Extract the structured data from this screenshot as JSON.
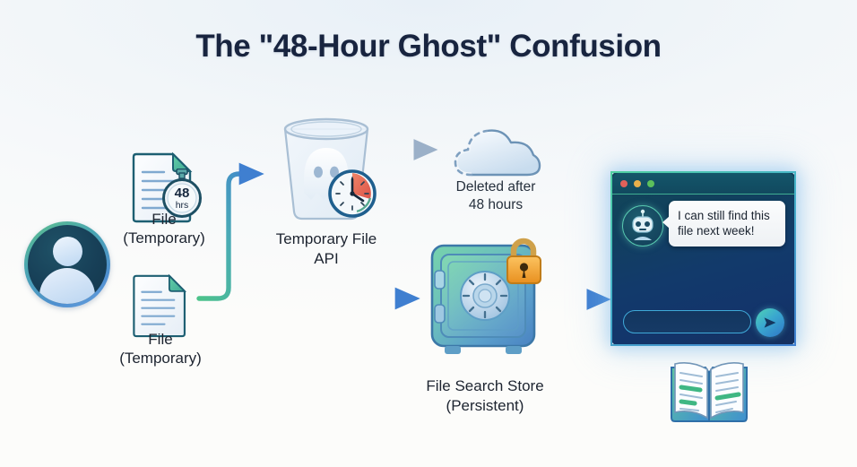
{
  "page": {
    "title": "The \"48-Hour Ghost\" Confusion",
    "background_top": "#e8f0f7",
    "background_bottom": "#fcfcfa",
    "accent_green": "#4cc38a",
    "accent_blue": "#3f7fd0",
    "title_color": "#18243f"
  },
  "actor": {
    "name": "user-avatar",
    "icon": "person-icon"
  },
  "files": [
    {
      "icon": "file-document-icon",
      "label_line1": "File",
      "label_line2": "(Temporary)",
      "badge": {
        "icon": "stopwatch-icon",
        "value": "48",
        "unit": "hrs"
      }
    },
    {
      "icon": "file-document-icon",
      "label_line1": "File",
      "label_line2": "(Temporary)",
      "badge": null
    }
  ],
  "nodes": {
    "temporary_file_api": {
      "icon": "trash-bin-ghost-icon",
      "clock_icon": "clock-icon",
      "label_line1": "Temporary File",
      "label_line2": "API"
    },
    "deleted_cloud": {
      "icon": "cloud-dissolving-icon",
      "label_line1": "Deleted after",
      "label_line2": "48 hours"
    },
    "file_search_store": {
      "icon": "safe-vault-icon",
      "lock_icon": "padlock-icon",
      "label_line1": "File Search Store",
      "label_line2": "(Persistent)"
    },
    "knowledge_book": {
      "icon": "open-book-icon"
    }
  },
  "chat": {
    "window_name": "chat-window",
    "traffic_lights": [
      "#e0615a",
      "#e8b04b",
      "#5cc05c"
    ],
    "bot_icon": "robot-avatar-icon",
    "message": "I can still find this file next week!",
    "input_value": "",
    "input_placeholder": "",
    "send_icon": "send-paper-plane-icon"
  },
  "arrows": [
    {
      "name": "file-to-temp-api-arrow",
      "style": "gradient-green-blue"
    },
    {
      "name": "file-to-store-arrow",
      "style": "gradient-green-blue"
    },
    {
      "name": "temp-api-to-deleted-arrow",
      "style": "faded-gray"
    },
    {
      "name": "store-to-chat-arrow",
      "style": "gradient-green-blue"
    }
  ]
}
